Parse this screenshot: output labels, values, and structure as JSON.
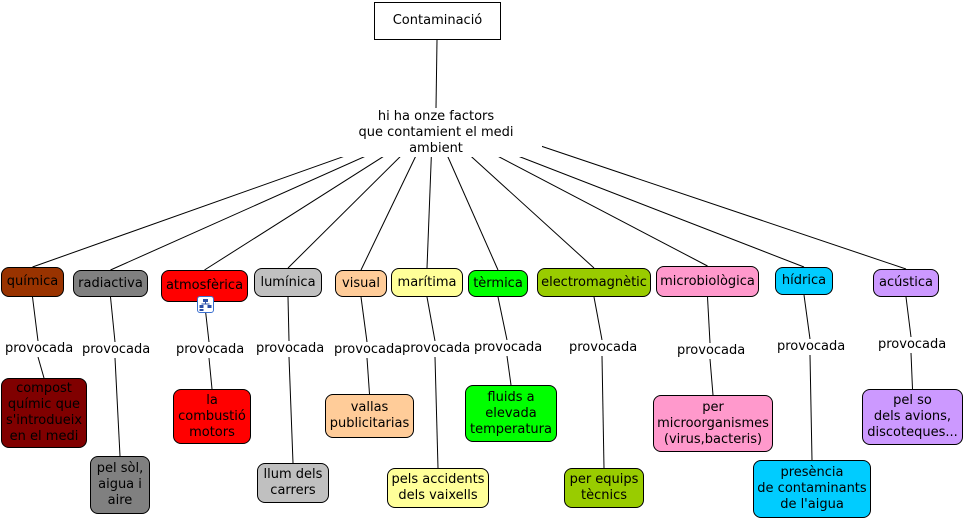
{
  "root": {
    "label": "Contaminació",
    "color": "#ffcc00"
  },
  "connector": {
    "label": "hi ha onze factors\nque contamient el medi ambient"
  },
  "link_label": "provocada",
  "factors": [
    {
      "label": "química",
      "color": "#993300",
      "effect": "compost\nquímic que\ns'introdueix\nen el medi",
      "effect_color": "#800000"
    },
    {
      "label": "radiactiva",
      "color": "#808080",
      "effect": "pel sòl,\naigua i\naire",
      "effect_color": "#808080"
    },
    {
      "label": "atmosfèrica",
      "color": "#ff0000",
      "effect": "la\ncombustió\nmotors",
      "effect_color": "#ff0000",
      "has_link_icon": true
    },
    {
      "label": "lumínica",
      "color": "#c0c0c0",
      "effect": "llum dels\ncarrers",
      "effect_color": "#c0c0c0"
    },
    {
      "label": "visual",
      "color": "#ffcc99",
      "effect": "vallas\npublicitarias",
      "effect_color": "#ffcc99"
    },
    {
      "label": "marítima",
      "color": "#ffff99",
      "effect": "pels accidents\ndels vaixells",
      "effect_color": "#ffff99"
    },
    {
      "label": "tèrmica",
      "color": "#00ff00",
      "effect": "fluids a\nelevada\ntemperatura",
      "effect_color": "#00ff00"
    },
    {
      "label": "electromagnètic",
      "color": "#99cc00",
      "effect": "per equips\ntècnics",
      "effect_color": "#99cc00"
    },
    {
      "label": "microbiològica",
      "color": "#ff99cc",
      "effect": "per\nmicroorganismes\n(virus,bacteris)",
      "effect_color": "#ff99cc"
    },
    {
      "label": "hídrica",
      "color": "#00ccff",
      "effect": "presència\nde contaminants\nde l'aigua",
      "effect_color": "#00ccff"
    },
    {
      "label": "acústica",
      "color": "#cc99ff",
      "effect": "pel so\ndels avions,\ndiscoteques...",
      "effect_color": "#cc99ff"
    }
  ]
}
